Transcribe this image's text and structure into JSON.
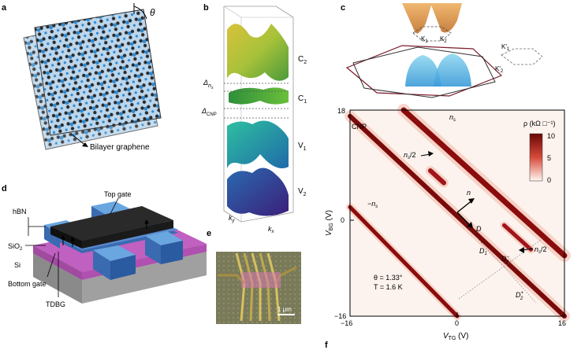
{
  "panels": {
    "a": {
      "letter": "a",
      "theta": "θ",
      "caption": "Bilayer graphene"
    },
    "b": {
      "letter": "b",
      "bands": [
        "C",
        "C",
        "V",
        "V"
      ],
      "band_subs": [
        "2",
        "1",
        "1",
        "2"
      ],
      "delta_ns": "Δ",
      "delta_ns_sub": "n",
      "delta_ns_subsub": "s",
      "delta_cnp": "Δ",
      "delta_cnp_sub": "CNP",
      "ky": "k",
      "ky_sub": "y",
      "kx": "k",
      "kx_sub": "x"
    },
    "c": {
      "letter": "c",
      "k1": "K",
      "k1_sub": "1",
      "k2": "K",
      "k2_sub": "2",
      "k1p": "K′",
      "k1p_sub": "1",
      "k2p": "K′",
      "k2p_sub": "2"
    },
    "d": {
      "letter": "d",
      "top_gate": "Top gate",
      "hbn": "hBN",
      "sio2": "SiO",
      "sio2_sub": "2",
      "si": "Si",
      "bottom_gate": "Bottom gate",
      "tdbg": "TDBG"
    },
    "e": {
      "letter": "e",
      "scale": "1 μm"
    },
    "f": {
      "letter": "f",
      "cnp": "CNP",
      "ns": "n",
      "ns_sub": "s",
      "ns_half": "n",
      "ns_half_sub": "s",
      "ns_half_suffix": "/2",
      "neg_ns": "−n",
      "neg_ns_sub": "s",
      "n_arrow": "n",
      "d_arrow": "D",
      "d1": "D",
      "d1_sub": "1",
      "d2m": "D",
      "d2m_sub": "2",
      "d2m_sup": "−",
      "d2p": "D",
      "d2p_sub": "2",
      "d2p_sup": "+",
      "ns_half_right": "n",
      "ns_half_right_sub": "s",
      "ns_half_right_suffix": "/2",
      "theta_text": "θ = 1.33°",
      "temp_text": "T = 1.6 K",
      "colorbar_label": "ρ (kΩ □⁻¹)",
      "colorbar_ticks": [
        "10",
        "5",
        "0"
      ]
    }
  },
  "chart_data": {
    "type": "heatmap",
    "title": "",
    "xlabel": "V",
    "xlabel_sub": "TG",
    "xlabel_unit": " (V)",
    "ylabel": "V",
    "ylabel_sub": "BG",
    "ylabel_unit": " (V)",
    "xlim": [
      -16,
      16
    ],
    "ylim": [
      -16,
      18
    ],
    "x_ticks": [
      "−16",
      "0",
      "16"
    ],
    "y_ticks": [
      "18",
      "0",
      "−16"
    ],
    "colorbar": {
      "min": 0,
      "max": 10,
      "ticks": [
        10,
        5,
        0
      ]
    },
    "features": [
      {
        "name": "CNP",
        "from": [
          -16,
          17
        ],
        "to": [
          16,
          -16
        ]
      },
      {
        "name": "n_s",
        "from": [
          -8,
          18
        ],
        "to": [
          16,
          -6
        ]
      },
      {
        "name": "−n_s",
        "from": [
          -16,
          2
        ],
        "to": [
          0,
          -16
        ]
      },
      {
        "name": "n_s/2",
        "from": [
          -4,
          8
        ],
        "to": [
          -2,
          6
        ]
      },
      {
        "name": "D_2^−",
        "from": [
          7,
          -1
        ],
        "to": [
          11,
          -5
        ]
      }
    ]
  },
  "colors": {
    "dark_red": "#7a0a0a",
    "mid_red": "#c8281e",
    "light": "#fbe6dc",
    "blue": "#3aa0e0",
    "gold": "#e8a050"
  }
}
